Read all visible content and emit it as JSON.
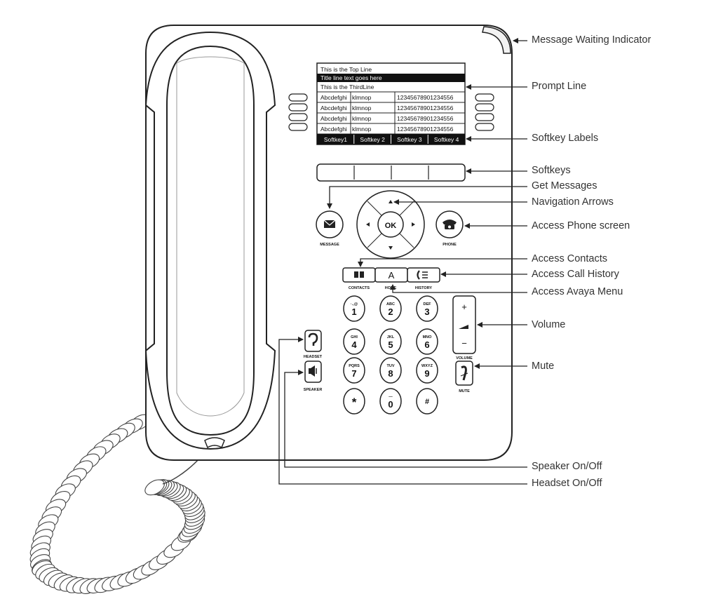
{
  "screen": {
    "top_line": "This is the Top Line",
    "title_line": "Title line text goes here",
    "third_line": "This is the ThirdLine",
    "rows": [
      {
        "left": "Abcdefghi",
        "mid": "klmnop",
        "right": "12345678901234556"
      },
      {
        "left": "Abcdefghi",
        "mid": "klmnop",
        "right": "12345678901234556"
      },
      {
        "left": "Abcdefghi",
        "mid": "klmnop",
        "right": "12345678901234556"
      },
      {
        "left": "Abcdefghi",
        "mid": "klmnop",
        "right": "12345678901234556"
      }
    ],
    "softkey_labels": [
      "Softkey1",
      "Softkey 2",
      "Softkey 3",
      "Softkey 4"
    ]
  },
  "buttons": {
    "message_label": "MESSAGE",
    "phone_label": "PHONE",
    "ok": "OK",
    "contacts_label": "CONTACTS",
    "home_label": "HOME",
    "history_label": "HISTORY",
    "headset_label": "HEADSET",
    "speaker_label": "SPEAKER",
    "volume_label": "VOLUME",
    "mute_label": "MUTE",
    "volume_plus": "+",
    "volume_minus": "−",
    "home_glyph": "A"
  },
  "keypad": [
    {
      "digit": "1",
      "letters": "·.,@"
    },
    {
      "digit": "2",
      "letters": "ABC"
    },
    {
      "digit": "3",
      "letters": "DEF"
    },
    {
      "digit": "4",
      "letters": "GHI"
    },
    {
      "digit": "5",
      "letters": "JKL"
    },
    {
      "digit": "6",
      "letters": "MNO"
    },
    {
      "digit": "7",
      "letters": "PQRS"
    },
    {
      "digit": "8",
      "letters": "TUV"
    },
    {
      "digit": "9",
      "letters": "WXYZ"
    },
    {
      "digit": "*",
      "letters": ""
    },
    {
      "digit": "0",
      "letters": "—"
    },
    {
      "digit": "#",
      "letters": ""
    }
  ],
  "callouts": {
    "message_waiting": "Message Waiting Indicator",
    "prompt_line": "Prompt Line",
    "softkey_labels": "Softkey Labels",
    "softkeys": "Softkeys",
    "get_messages": "Get Messages",
    "navigation_arrows": "Navigation Arrows",
    "access_phone_screen": "Access Phone screen",
    "access_contacts": "Access Contacts",
    "access_call_history": "Access Call History",
    "access_avaya_menu": "Access Avaya Menu",
    "volume": "Volume",
    "mute": "Mute",
    "speaker_on_off": "Speaker On/Off",
    "headset_on_off": "Headset On/Off"
  }
}
